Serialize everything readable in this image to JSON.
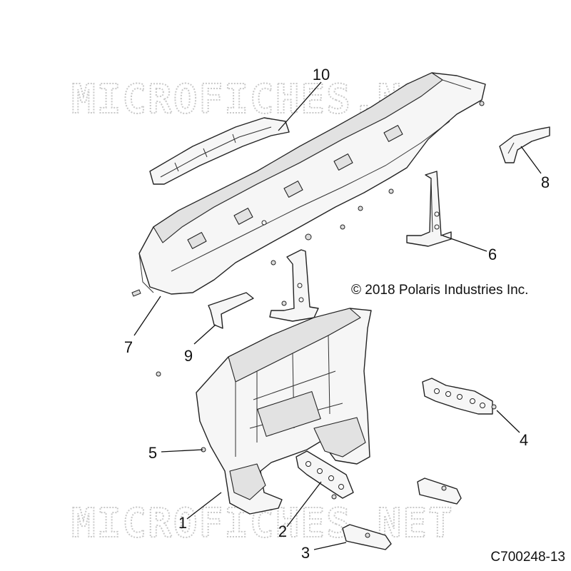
{
  "watermark": {
    "text_top": "MICROFICHES.NET",
    "text_bottom": "MICROFICHES.NET",
    "color": "#c9c9c9"
  },
  "copyright": "© 2018 Polaris Industries Inc.",
  "drawing_code": "C700248-13",
  "callouts": [
    {
      "id": "1",
      "label": "1"
    },
    {
      "id": "2",
      "label": "2"
    },
    {
      "id": "3",
      "label": "3"
    },
    {
      "id": "4",
      "label": "4"
    },
    {
      "id": "5",
      "label": "5"
    },
    {
      "id": "6",
      "label": "6"
    },
    {
      "id": "7",
      "label": "7"
    },
    {
      "id": "8",
      "label": "8"
    },
    {
      "id": "9",
      "label": "9"
    },
    {
      "id": "10",
      "label": "10"
    }
  ]
}
